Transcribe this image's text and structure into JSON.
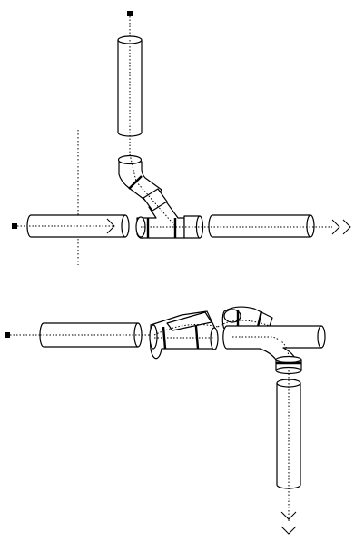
{
  "diagram": {
    "kind": "pipe-fitting-assembly",
    "colors": {
      "background": "#ffffff",
      "stroke": "#000000",
      "pipe_fill": "#ffffff"
    },
    "assemblies": [
      {
        "id": "wye-junction",
        "parts": [
          "straight-pipe-vertical",
          "elbow-45",
          "wye-fitting",
          "straight-pipe-inlet",
          "straight-pipe-outlet"
        ],
        "flow_end": "double-chevron"
      },
      {
        "id": "elbow-turn",
        "parts": [
          "straight-pipe-inlet",
          "wye-fitting",
          "elbow-fitting",
          "straight-pipe-main",
          "straight-pipe-vertical"
        ],
        "flow_end": "double-chevron"
      }
    ]
  }
}
